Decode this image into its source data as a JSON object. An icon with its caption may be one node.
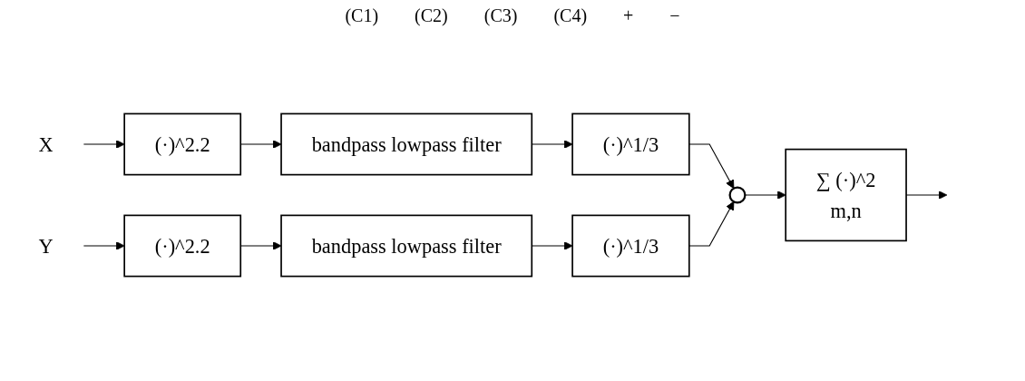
{
  "diagram": {
    "nodes": [
      {
        "text": [
          "X"
        ]
      },
      {
        "text": [
          "(·)^2.2"
        ]
      },
      {
        "text": [
          "bandpass lowpass filter"
        ]
      },
      {
        "text": [
          "(·)^1/3"
        ]
      },
      {
        "text": [
          "Y"
        ]
      },
      {
        "text": [
          "(·)^2.2"
        ]
      },
      {
        "text": [
          "bandpass lowpass filter"
        ]
      },
      {
        "text": [
          "(·)^1/3"
        ]
      },
      {
        "text": [],
        "shape": "circle"
      },
      {
        "text": [
          "∑ (·)^2",
          "m,n"
        ]
      }
    ],
    "edges": [
      {
        "from": 0,
        "to": 1,
        "arrow": "to"
      },
      {
        "from": 1,
        "to": 2,
        "arrow": "to"
      },
      {
        "from": 2,
        "to": 3,
        "arrow": "to"
      },
      {
        "from": 3,
        "to": 8,
        "arrow": "to"
      },
      {
        "from": 4,
        "to": 5,
        "arrow": "to"
      },
      {
        "from": 5,
        "to": 6,
        "arrow": "to"
      },
      {
        "from": 6,
        "to": 7,
        "arrow": "to"
      },
      {
        "from": 7,
        "to": 8,
        "arrow": "to"
      },
      {
        "from": 8,
        "to": 9,
        "arrow": "to"
      },
      {
        "from": 9,
        "to": null,
        "arrow": "to"
      }
    ],
    "labels": [
      "(C1)",
      "(C2)",
      "(C3)",
      "(C4)",
      "+",
      "−"
    ]
  }
}
